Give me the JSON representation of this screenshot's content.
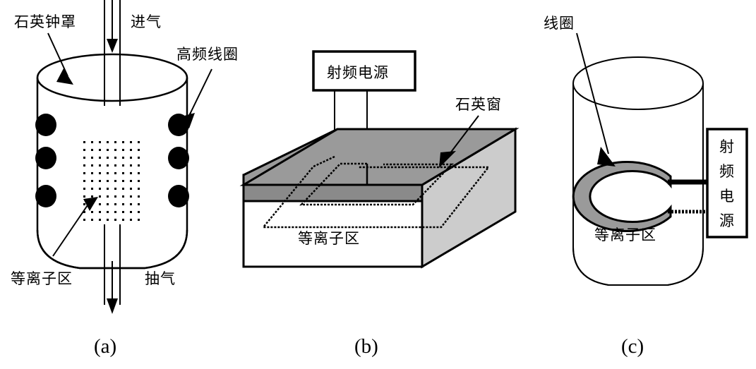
{
  "figure": {
    "background_color": "#ffffff",
    "line_color": "#000000",
    "panels": [
      {
        "id": "a",
        "caption": "(a)",
        "title_hint": "inductively-coupled bell-jar plasma source",
        "labels": {
          "quartz_bell_jar": "石英钟罩",
          "gas_inlet": "进气",
          "hf_coil": "高频线圈",
          "plasma_zone": "等离子区",
          "gas_exhaust": "抽气"
        },
        "coil_dots_per_side": 3
      },
      {
        "id": "b",
        "caption": "(b)",
        "title_hint": "planar spiral coil over quartz window",
        "labels": {
          "rf_power_supply": "射频电源",
          "quartz_window": "石英窗",
          "plasma_zone": "等离子区"
        },
        "colors": {
          "slab_top": "#9a9a9a",
          "slab_front_band": "#8a8a8a",
          "slab_right": "#cccccc",
          "plasma_box": "#ffffff"
        }
      },
      {
        "id": "c",
        "caption": "(c)",
        "title_hint": "single-turn coil inside cylindrical chamber",
        "labels": {
          "coil": "线圈",
          "rf_power_supply": "射频电源",
          "plasma_zone": "等离子区"
        },
        "colors": {
          "coil_ring": "#9a9a9a"
        }
      }
    ]
  }
}
